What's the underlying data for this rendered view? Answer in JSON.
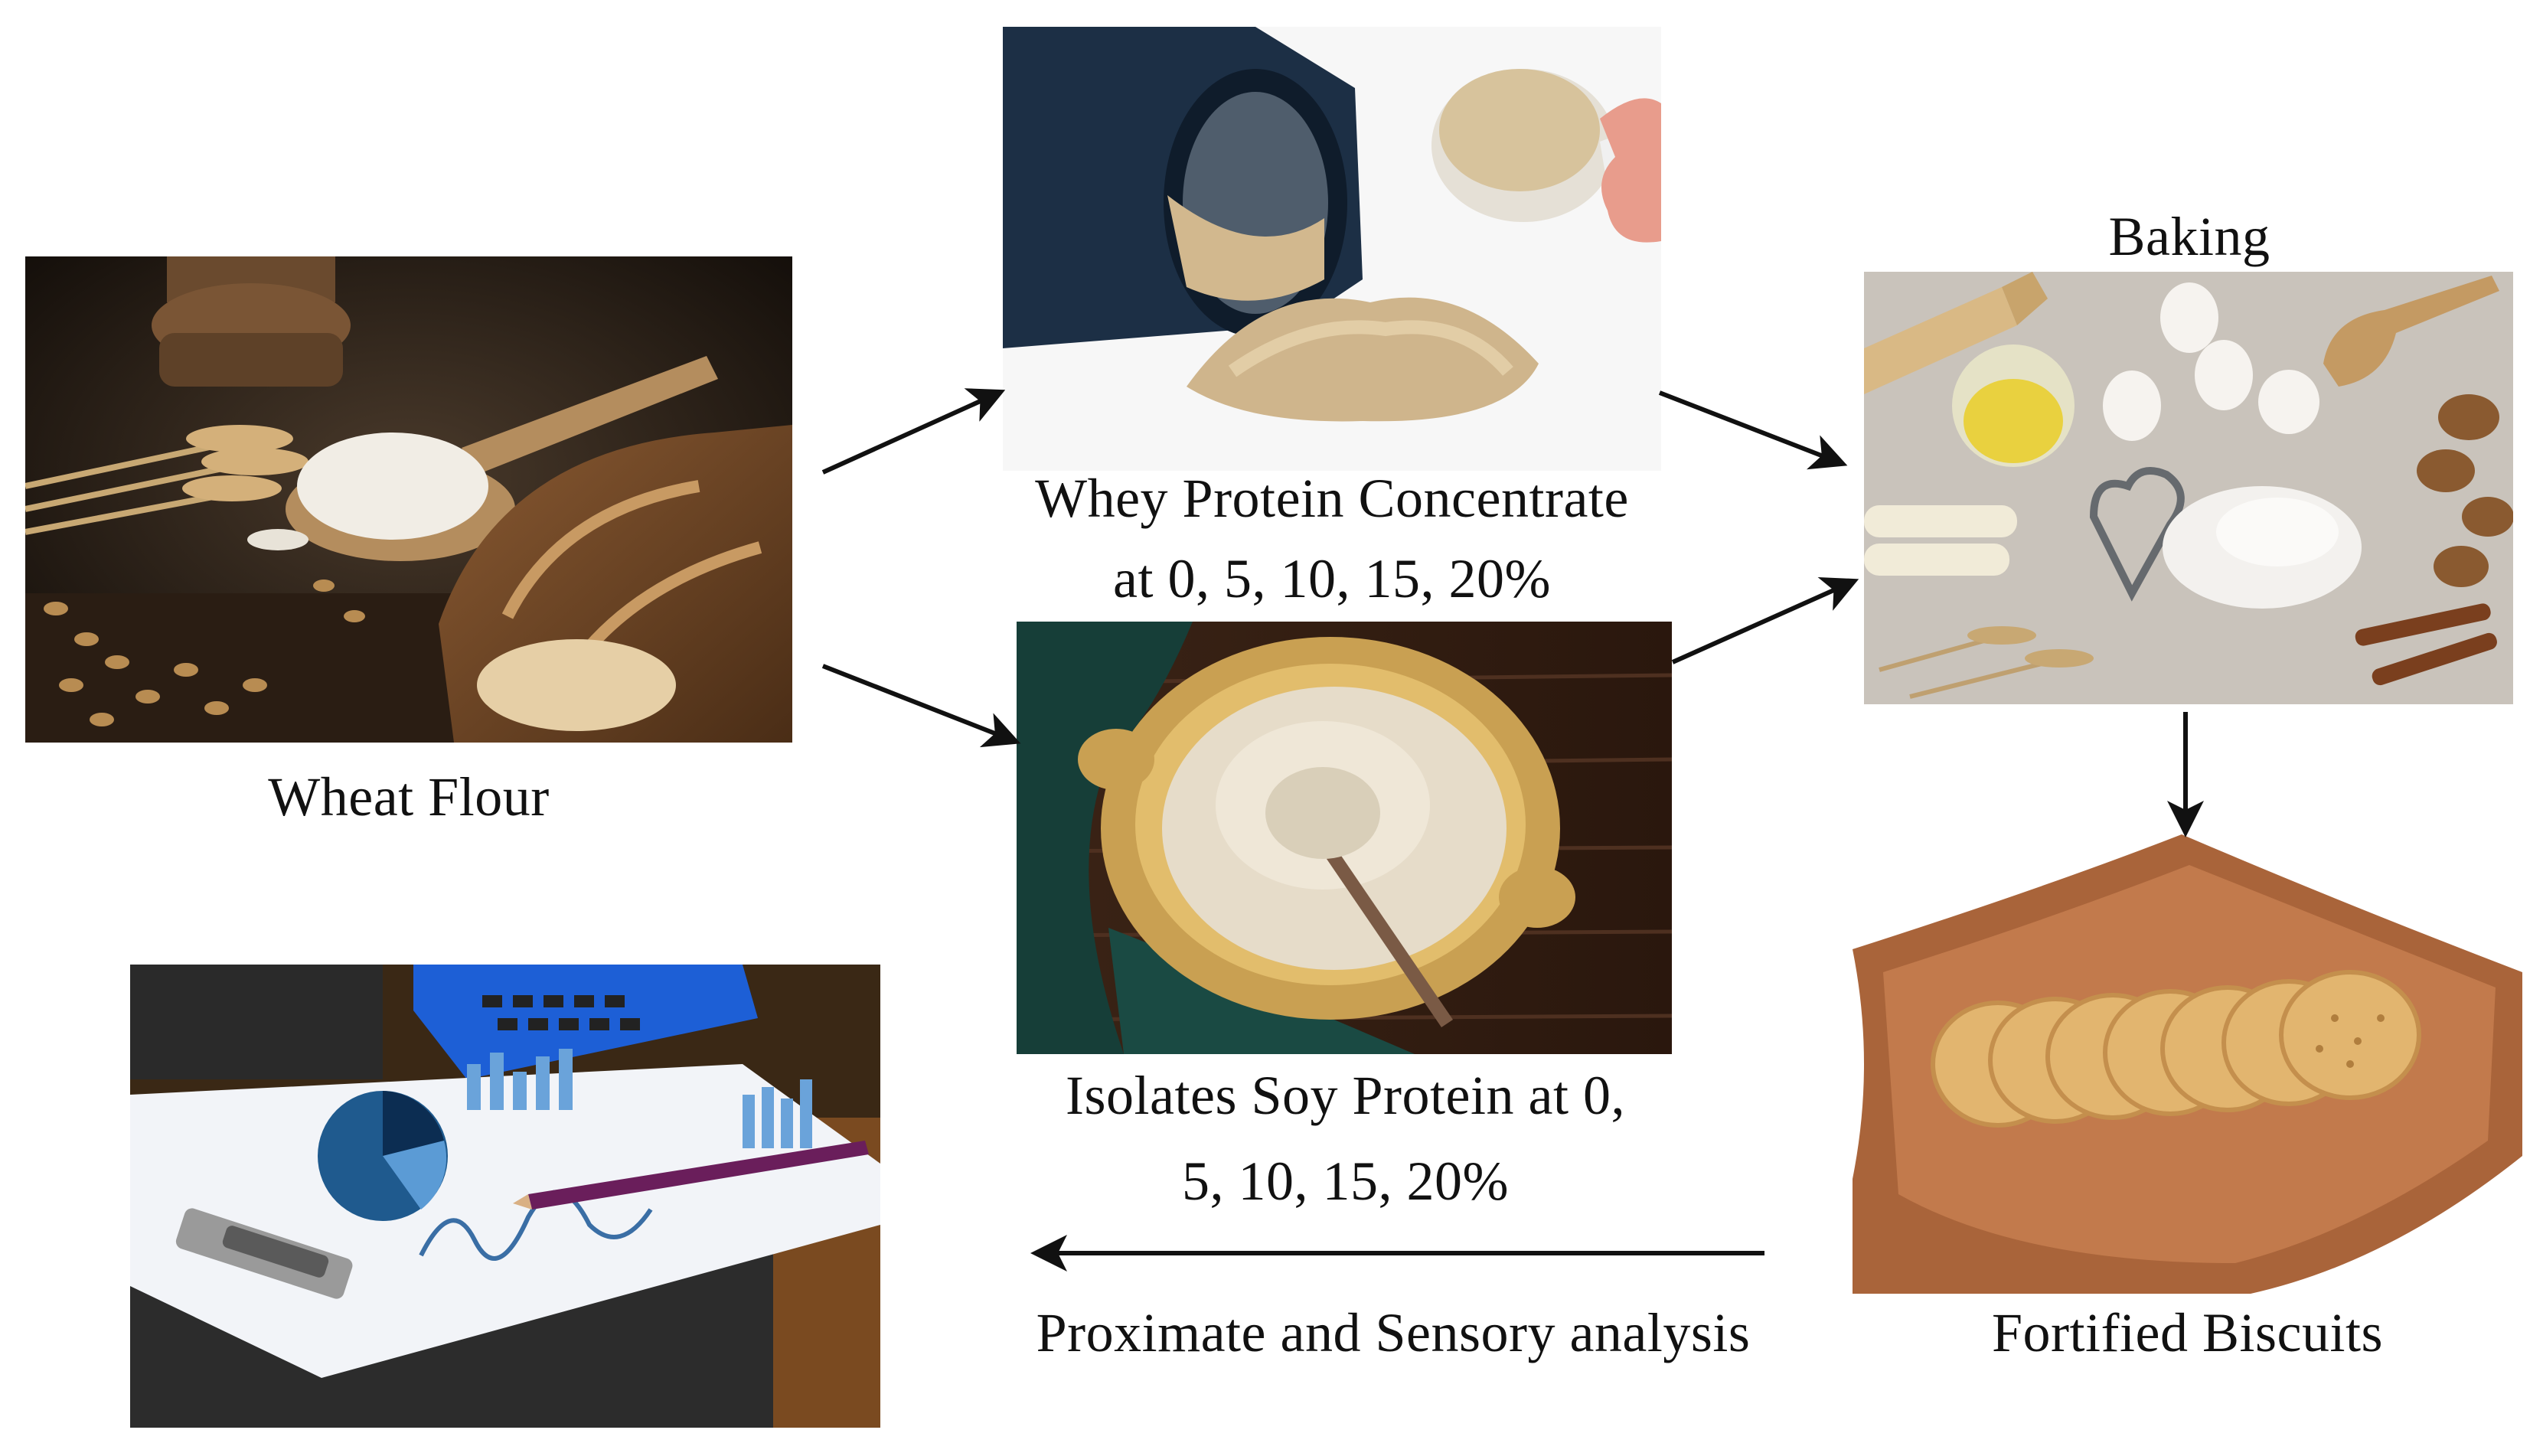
{
  "nodes": {
    "wheat_flour": {
      "label": "Wheat Flour"
    },
    "whey_protein": {
      "label_line1": "Whey Protein Concentrate",
      "label_line2": "at 0, 5, 10, 15, 20%"
    },
    "soy_protein": {
      "label_line1": "Isolates Soy Protein at 0,",
      "label_line2": "5, 10, 15, 20%"
    },
    "baking": {
      "label": "Baking"
    },
    "fortified_biscuits": {
      "label": "Fortified Biscuits"
    },
    "analysis": {
      "label": "Proximate and Sensory analysis"
    }
  },
  "edges": [
    {
      "from": "wheat_flour",
      "to": "whey_protein"
    },
    {
      "from": "wheat_flour",
      "to": "soy_protein"
    },
    {
      "from": "whey_protein",
      "to": "baking"
    },
    {
      "from": "soy_protein",
      "to": "baking"
    },
    {
      "from": "baking",
      "to": "fortified_biscuits"
    },
    {
      "from": "fortified_biscuits",
      "to": "analysis"
    }
  ],
  "colors": {
    "arrow": "#111111",
    "text": "#111111"
  }
}
